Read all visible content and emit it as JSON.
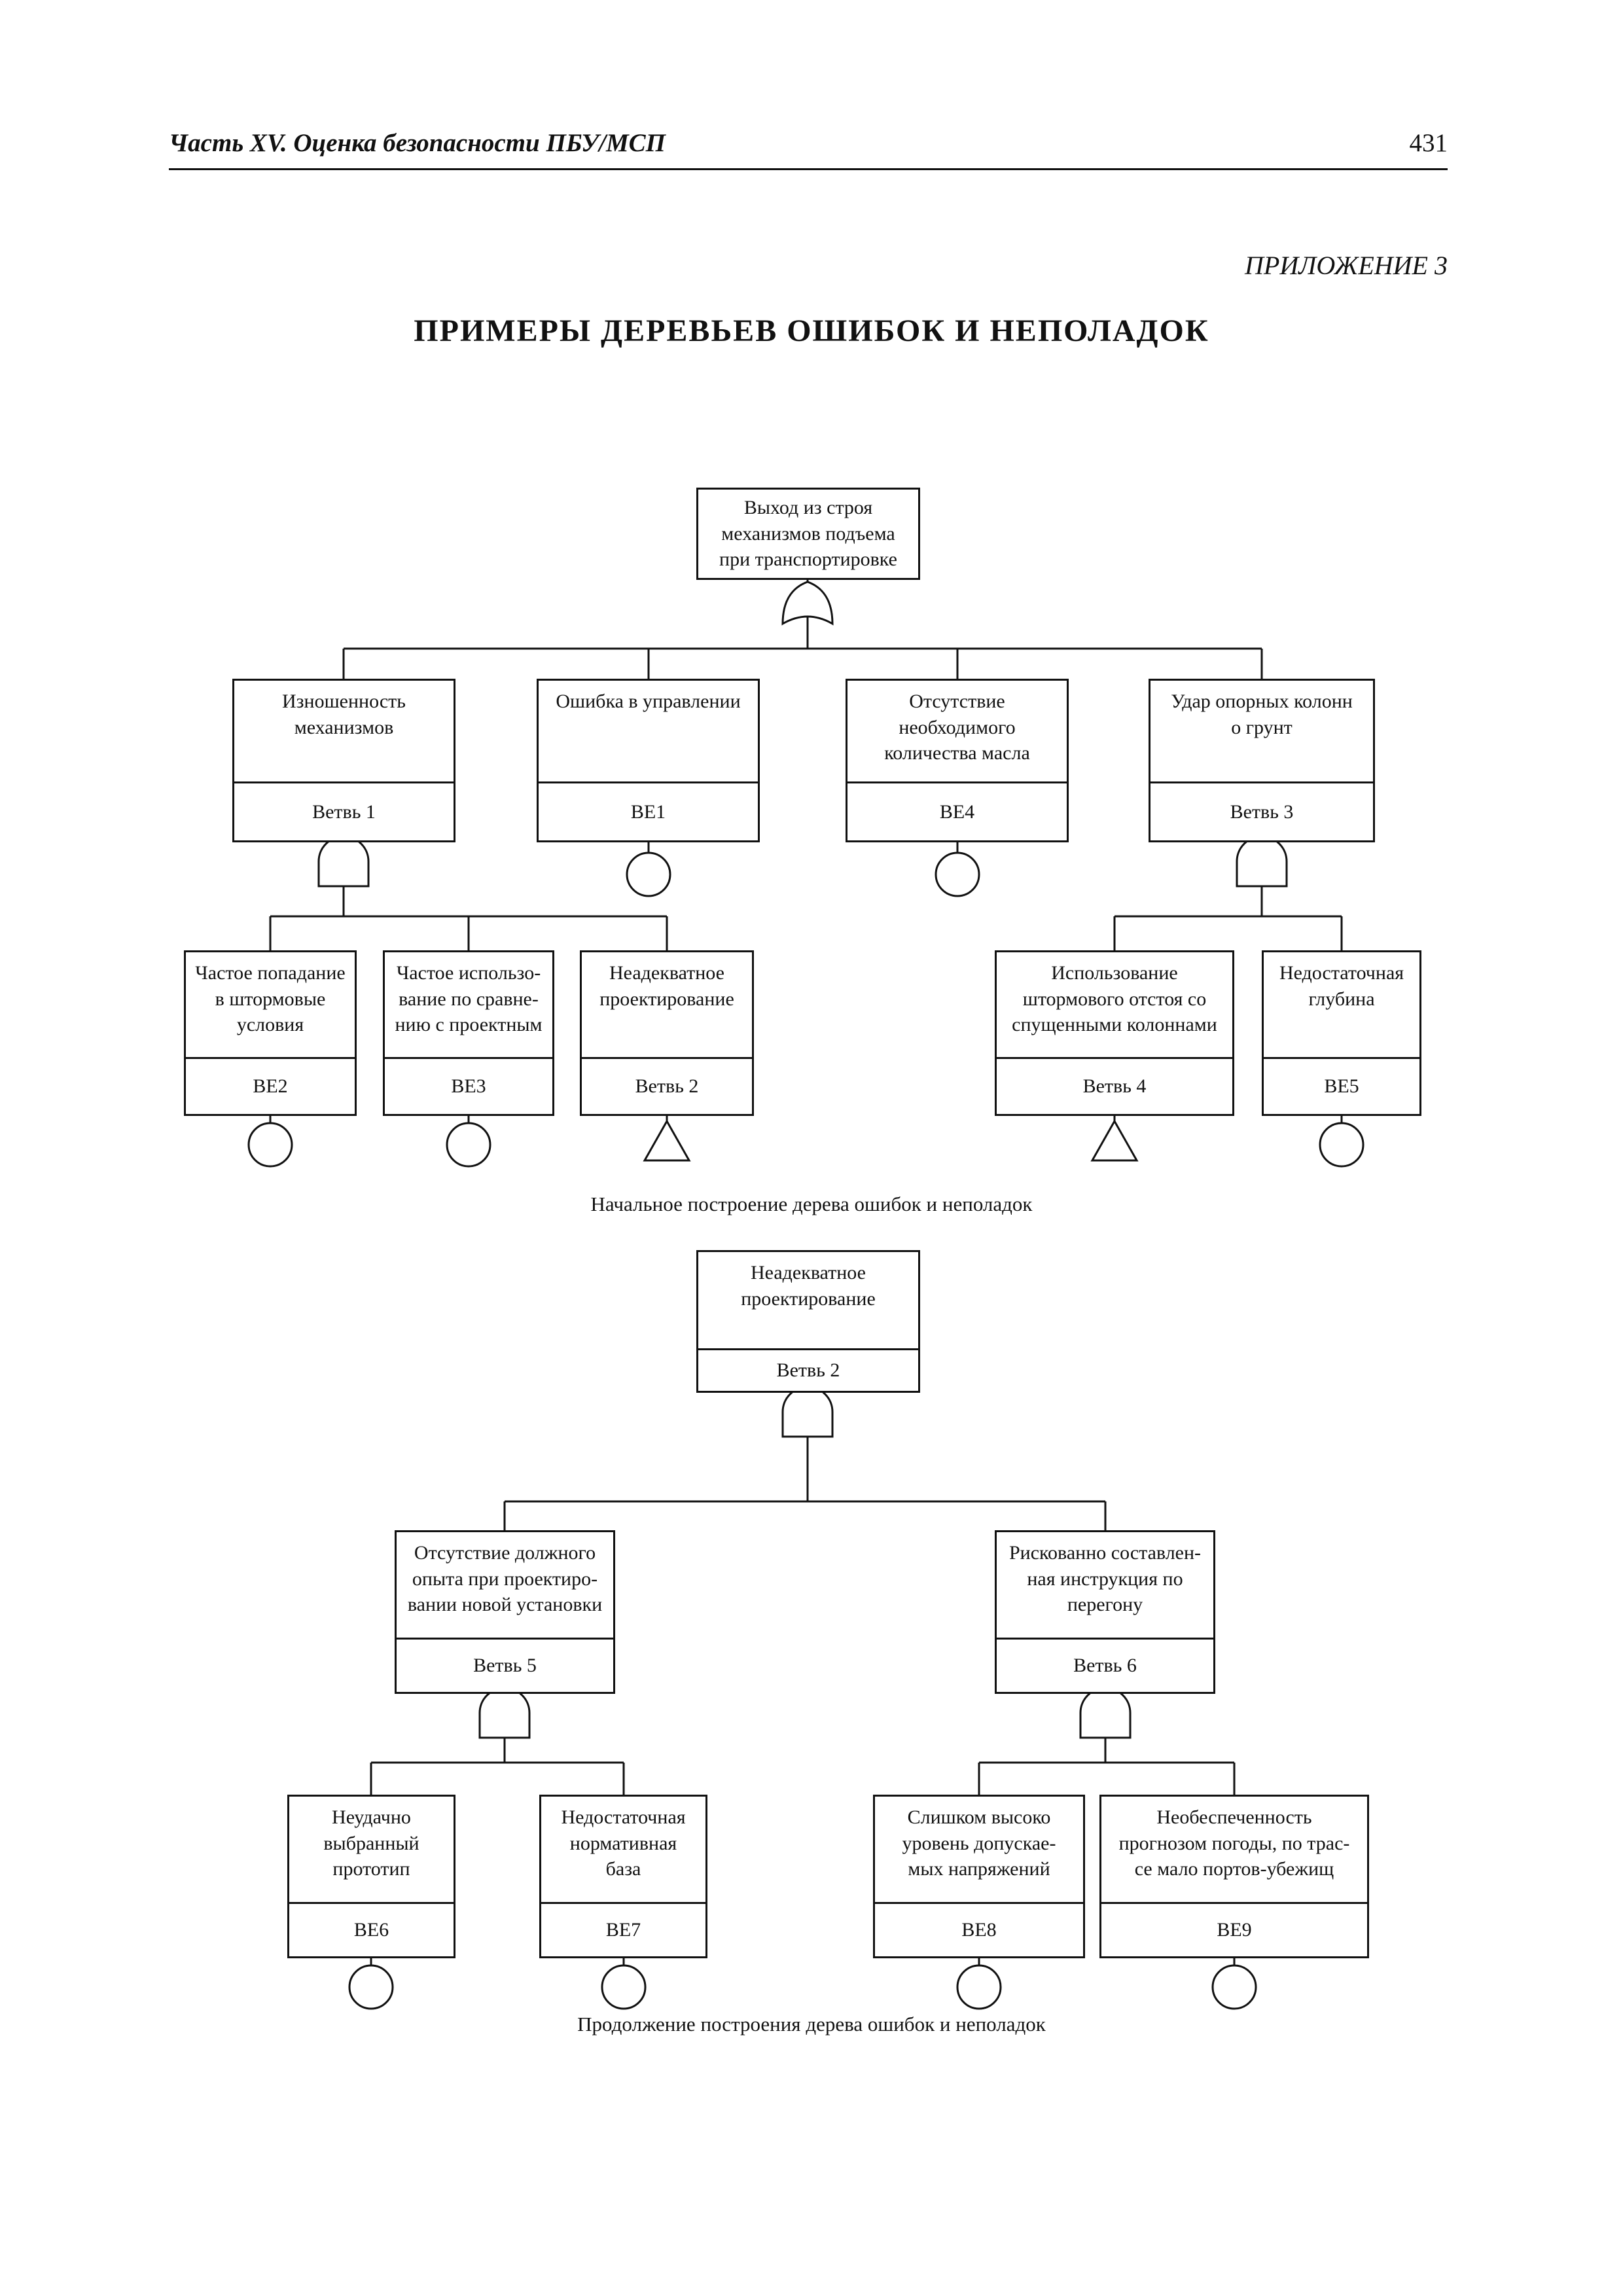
{
  "page": {
    "header_left": "Часть XV. Оценка безопасности ПБУ/МСП",
    "page_number": "431",
    "appendix": "ПРИЛОЖЕНИЕ 3",
    "title": "ПРИМЕРЫ ДЕРЕВЬЕВ ОШИБОК И НЕПОЛАДОК"
  },
  "tree1": {
    "caption": "Начальное построение дерева ошибок и неполадок",
    "top": {
      "label": "Выход из строя\nмеханизмов подъема\nпри транспортировке",
      "gate": "or-gate"
    },
    "branches": {
      "vetv1": {
        "label": "Изношенность\nмеханизмов",
        "code": "Ветвь 1",
        "gate": "and-gate"
      },
      "be1": {
        "label": "Ошибка в управлении",
        "code": "BE1",
        "symbol": "basic-event-circle"
      },
      "be4": {
        "label": "Отсутствие\nнеобходимого\nколичества масла",
        "code": "BE4",
        "symbol": "basic-event-circle"
      },
      "vetv3": {
        "label": "Удар опорных колонн\nо грунт",
        "code": "Ветвь 3",
        "gate": "and-gate"
      },
      "be2": {
        "label": "Частое попадание\nв штормовые\nусловия",
        "code": "BE2",
        "symbol": "basic-event-circle"
      },
      "be3": {
        "label": "Частое использо-\nвание по сравне-\nнию с проектным",
        "code": "BE3",
        "symbol": "basic-event-circle"
      },
      "vetv2": {
        "label": "Неадекватное\nпроектирование",
        "code": "Ветвь 2",
        "symbol": "transfer-triangle"
      },
      "vetv4": {
        "label": "Использование\nштормового отстоя со\nспущенными колоннами",
        "code": "Ветвь 4",
        "symbol": "transfer-triangle"
      },
      "be5": {
        "label": "Недостаточная\nглубина",
        "code": "BE5",
        "symbol": "basic-event-circle"
      }
    }
  },
  "tree2": {
    "caption": "Продолжение построения дерева ошибок и неполадок",
    "top": {
      "label": "Неадекватное\nпроектирование",
      "code": "Ветвь 2",
      "gate": "and-gate"
    },
    "branches": {
      "vetv5": {
        "label": "Отсутствие должного\nопыта при проектиро-\nвании новой установки",
        "code": "Ветвь 5",
        "gate": "and-gate"
      },
      "vetv6": {
        "label": "Рискованно составлен-\nная инструкция по\nперегону",
        "code": "Ветвь 6",
        "gate": "and-gate"
      },
      "be6": {
        "label": "Неудачно\nвыбранный\nпрототип",
        "code": "BE6",
        "symbol": "basic-event-circle"
      },
      "be7": {
        "label": "Недостаточная\nнормативная\nбаза",
        "code": "BE7",
        "symbol": "basic-event-circle"
      },
      "be8": {
        "label": "Слишком высоко\nуровень допускае-\nмых напряжений",
        "code": "BE8",
        "symbol": "basic-event-circle"
      },
      "be9": {
        "label": "Необеспеченность\nпрогнозом погоды, по трас-\nсе мало портов-убежищ",
        "code": "BE9",
        "symbol": "basic-event-circle"
      }
    }
  },
  "colors": {
    "ink": "#111111",
    "paper": "#ffffff"
  }
}
